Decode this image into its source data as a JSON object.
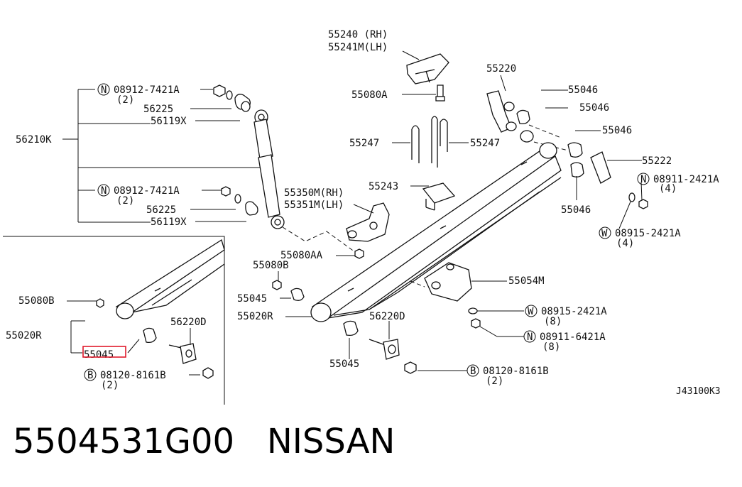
{
  "diagram_code": "J43100K3",
  "footer": {
    "part_number": "5504531G00",
    "brand": "NISSAN"
  },
  "highlight_color": "#e0192b",
  "labels": {
    "p55240": "55240 (RH)",
    "p55241m": "55241M(LH)",
    "p55220": "55220",
    "p55080a": "55080A",
    "p55046_1": "55046",
    "p55046_2": "55046",
    "p55046_3": "55046",
    "p55046_4": "55046",
    "p55247_l": "55247",
    "p55247_r": "55247",
    "p55222": "55222",
    "n08911_2421a": "08911-2421A",
    "n08911_2421a_qty": "(4)",
    "w08915_2421a_top": "08915-2421A",
    "w08915_2421a_top_qty": "(4)",
    "p55243": "55243",
    "p55350m": "55350M(RH)",
    "p55351m": "55351M(LH)",
    "p55080aa": "55080AA",
    "p55080b_main": "55080B",
    "p55045_main_a": "55045",
    "p55020r_main": "55020R",
    "p56220d_main": "56220D",
    "p55045_main_b": "55045",
    "p55054m": "55054M",
    "w08915_2421a_bot": "08915-2421A",
    "w08915_2421a_bot_qty": "(8)",
    "n08911_6421a": "08911-6421A",
    "n08911_6421a_qty": "(8)",
    "b08120_8161b_main": "08120-8161B",
    "b08120_8161b_main_qty": "(2)",
    "n08912_7421a_1": "08912-7421A",
    "n08912_7421a_1_qty": "(2)",
    "p56225_1": "56225",
    "p56119x_1": "56119X",
    "p56210k": "56210K",
    "n08912_7421a_2": "08912-7421A",
    "n08912_7421a_2_qty": "(2)",
    "p56225_2": "56225",
    "p56119x_2": "56119X",
    "inset_55080b": "55080B",
    "inset_55020r": "55020R",
    "inset_56220d": "56220D",
    "inset_55045": "55045",
    "inset_08120": "08120-8161B",
    "inset_08120_qty": "(2)",
    "prefix_n": "N",
    "prefix_w": "W",
    "prefix_b": "B"
  }
}
